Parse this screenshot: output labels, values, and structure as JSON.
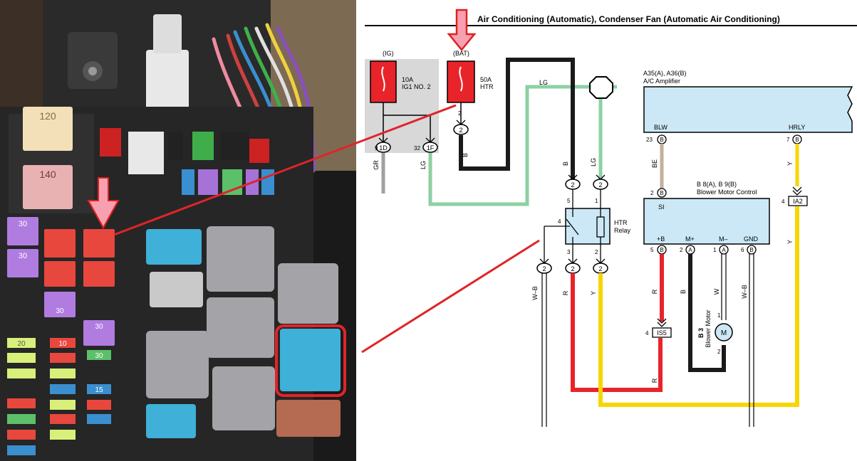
{
  "title": "Air Conditioning (Automatic), Condenser Fan (Automatic Air Conditioning)",
  "photo": {
    "fuse_labels": {
      "big_120": "120",
      "big_140": "140",
      "purple_30": "30",
      "purple_30_b": "30",
      "purple_30_c": "30",
      "purple_30_d": "30",
      "small_10": "10",
      "small_15": "15",
      "small_20": "20",
      "small_30": "30"
    }
  },
  "schematic": {
    "ig": {
      "label": "(IG)",
      "fuse": "10A",
      "fuse_name": "IG1 NO. 2"
    },
    "bat": {
      "label": "(BAT)",
      "fuse": "50A",
      "fuse_name": "HTR"
    },
    "connectors": {
      "c2": "2",
      "c1d": "1D",
      "c1f": "1F",
      "c1d_pin": "9",
      "c1f_pin": "32",
      "amp_blw_pin": "23",
      "amp_hrly_pin": "7",
      "blower_si_pin": "2",
      "plus_b_pin": "5",
      "m_plus_pin": "2",
      "m_minus_pin": "1",
      "gnd_pin": "6",
      "relay_pin5": "5",
      "relay_pin1": "1",
      "relay_pin4": "4",
      "relay_pin3": "3",
      "relay_pin2": "2",
      "ia2_pin": "4",
      "is5_pin": "4",
      "motor_pin1": "1",
      "motor_pin2": "2",
      "letter_b": "B",
      "letter_a": "A"
    },
    "wires": {
      "gr": "GR",
      "lg": "LG",
      "b": "B",
      "be": "BE",
      "y": "Y",
      "r": "R",
      "w": "W",
      "wb": "W–B"
    },
    "amplifier": {
      "ref": "A35(A), A36(B)",
      "name": "A/C Amplifier",
      "blw": "BLW",
      "hrly": "HRLY"
    },
    "blower_control": {
      "ref": "B 8(A), B 9(B)",
      "name": "Blower Motor Control",
      "si": "SI",
      "plus_b": "+B",
      "m_plus": "M+",
      "m_minus": "M–",
      "gnd": "GND"
    },
    "relay": {
      "name": "HTR",
      "name2": "Relay"
    },
    "motor": {
      "ref": "B 3",
      "name": "Blower Motor",
      "symbol": "M"
    },
    "junctions": {
      "ia2": "IA2",
      "is5": "IS5"
    }
  },
  "colors": {
    "wire_black": "#1a1a1a",
    "wire_green": "#8dd0a3",
    "wire_red": "#e8242a",
    "wire_yellow": "#f7d600",
    "wire_beige": "#c2b19a",
    "wire_gray": "#a0a0a0",
    "component_blue": "#cce8f6",
    "fuse_red": "#e8242a",
    "arrow_pink": "#f7a0b0",
    "arrow_red": "#e02020",
    "annotation_red": "#e0242a"
  }
}
